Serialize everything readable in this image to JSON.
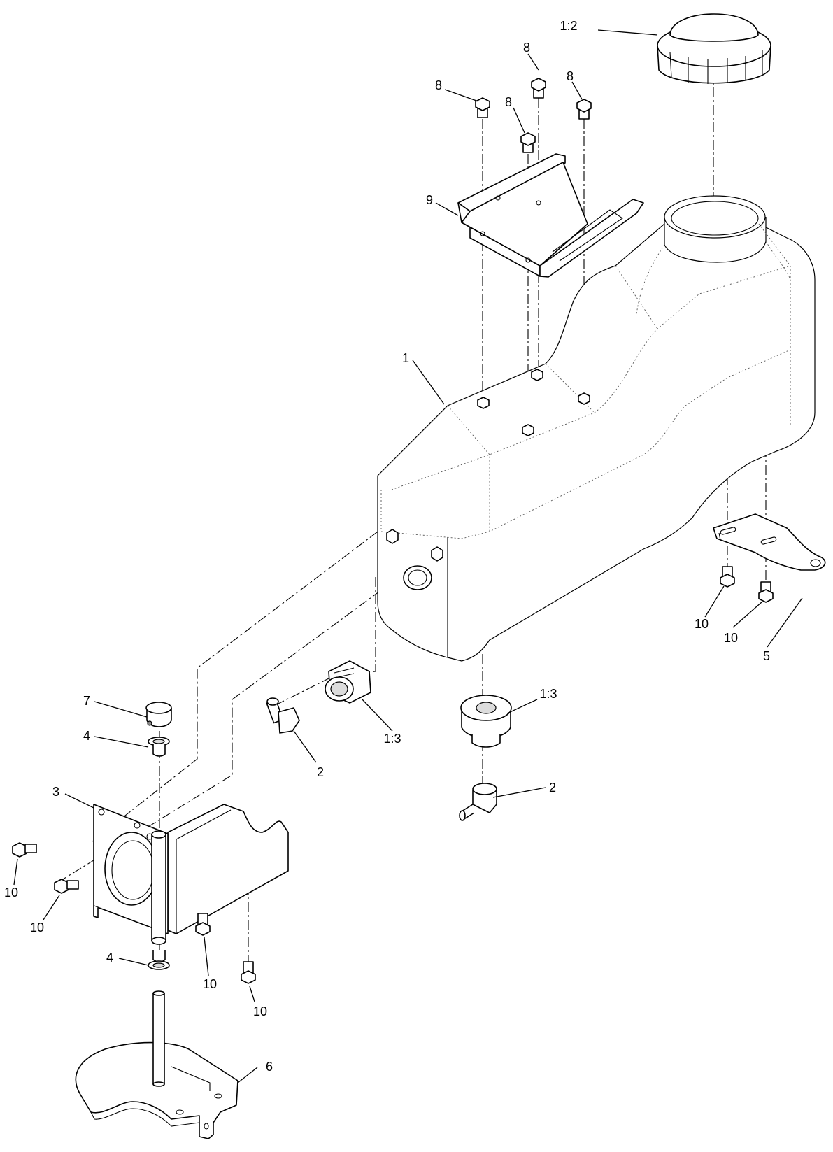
{
  "callouts": {
    "c_1": "1",
    "c_1_2": "1:2",
    "c_1_3a": "1:3",
    "c_1_3b": "1:3",
    "c_2a": "2",
    "c_2b": "2",
    "c_3": "3",
    "c_4a": "4",
    "c_4b": "4",
    "c_5": "5",
    "c_6": "6",
    "c_7": "7",
    "c_8a": "8",
    "c_8b": "8",
    "c_8c": "8",
    "c_8d": "8",
    "c_9": "9",
    "c_10a": "10",
    "c_10b": "10",
    "c_10c": "10",
    "c_10d": "10",
    "c_10e": "10",
    "c_10f": "10"
  }
}
